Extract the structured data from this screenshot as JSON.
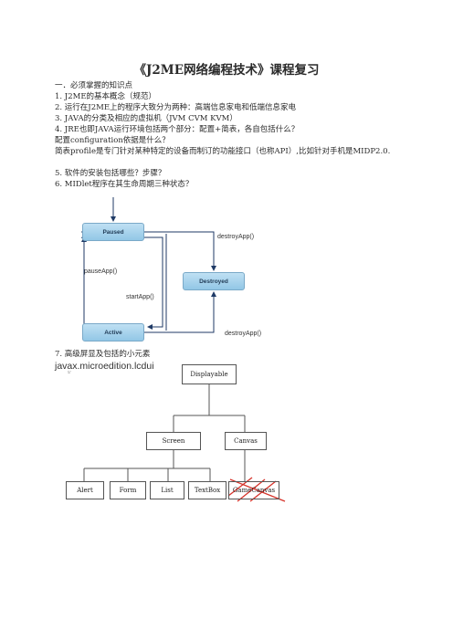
{
  "doc": {
    "title": "《J2ME网络编程技术》课程复习",
    "heading": "一．必须掌握的知识点",
    "items": [
      "1.   J2ME的基本概念（规范）",
      "2.   运行在J2ME上的程序大致分为两种：高端信息家电和低端信息家电",
      "3.   JAVA的分类及相应的虚拟机（JVM CVM KVM）",
      "4.   JRE也即JAVA运行环境包括两个部分：配置+简表，各自包括什么？",
      "配置configuration依据是什么？",
      "简表profile是专门针对某种特定的设备而制订的功能接口（也称API）,比如针对手机是MIDP2.0.",
      "5.   软件的安装包括哪些？步骤？",
      "6.   MIDlet程序在其生命周期三种状态？"
    ],
    "item7": "7.   高级屏显及包括的小元素",
    "package": "javax.microedition.lcdui"
  },
  "state_diagram": {
    "states": {
      "paused": "Paused",
      "destroyed": "Destroyed",
      "active": "Active"
    },
    "transitions": {
      "destroy_top": "destroyApp()",
      "pause": "pauseApp()",
      "start": "startApp()",
      "destroy_bottom": "destroyApp()"
    }
  },
  "class_diagram": {
    "marker": "ש",
    "root": "Displayable",
    "screen": "Screen",
    "canvas": "Canvas",
    "screen_children": [
      "Alert",
      "Form",
      "List",
      "TextBox"
    ],
    "canvas_child": "GameCanvas"
  }
}
